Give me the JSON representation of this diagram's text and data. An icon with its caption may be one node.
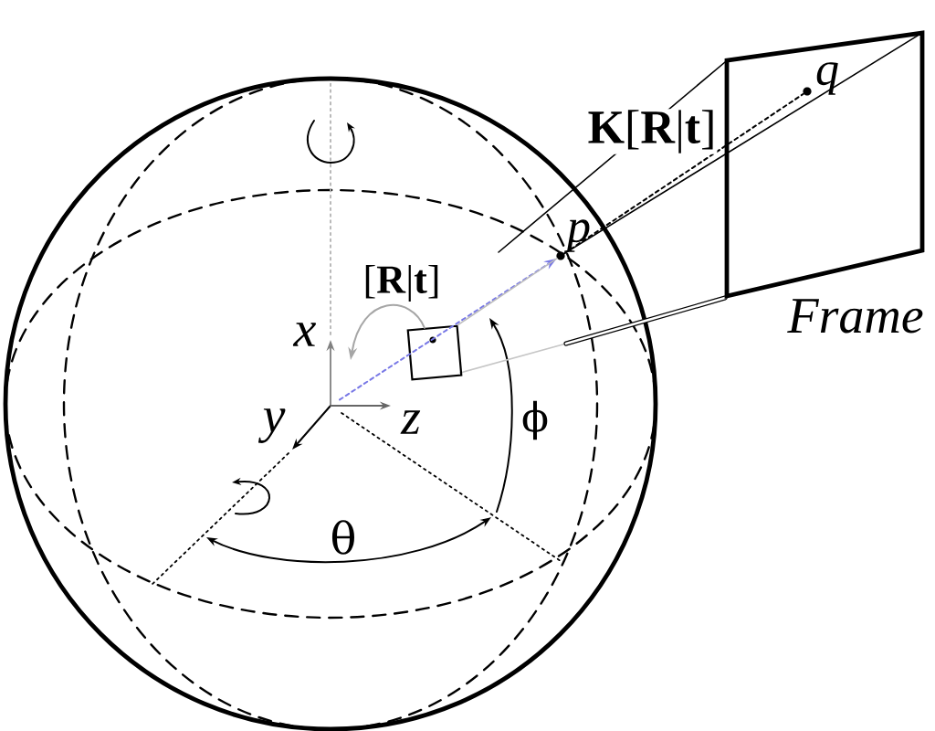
{
  "diagram": {
    "nodes": [
      {
        "text": [],
        "shape": "box"
      },
      {
        "text": [
          "p"
        ]
      },
      {
        "text": [
          "Frame"
        ]
      },
      {
        "text": [
          "q"
        ],
        "in": 2
      }
    ],
    "edges": [
      {
        "from": null,
        "to": 1,
        "arrow": "to",
        "style": "dashed",
        "color": "#7878e6"
      },
      {
        "from": 0,
        "to": null,
        "arrow": "to",
        "label": "[**R**|**t**]",
        "color": "#a6a6a6"
      },
      {
        "from": 1,
        "to": 3,
        "arrow": "none",
        "style": "dashed",
        "color": "#000000"
      },
      {
        "from": 0,
        "to": 1,
        "arrow": "none",
        "color": "#bdbdbd"
      },
      {
        "from": 1,
        "to": 2,
        "arrow": "none",
        "color": "#000000"
      }
    ],
    "labels": [
      "**K**[**R**|**t**]",
      "x",
      "y",
      "z",
      "ϕ",
      "θ"
    ]
  }
}
